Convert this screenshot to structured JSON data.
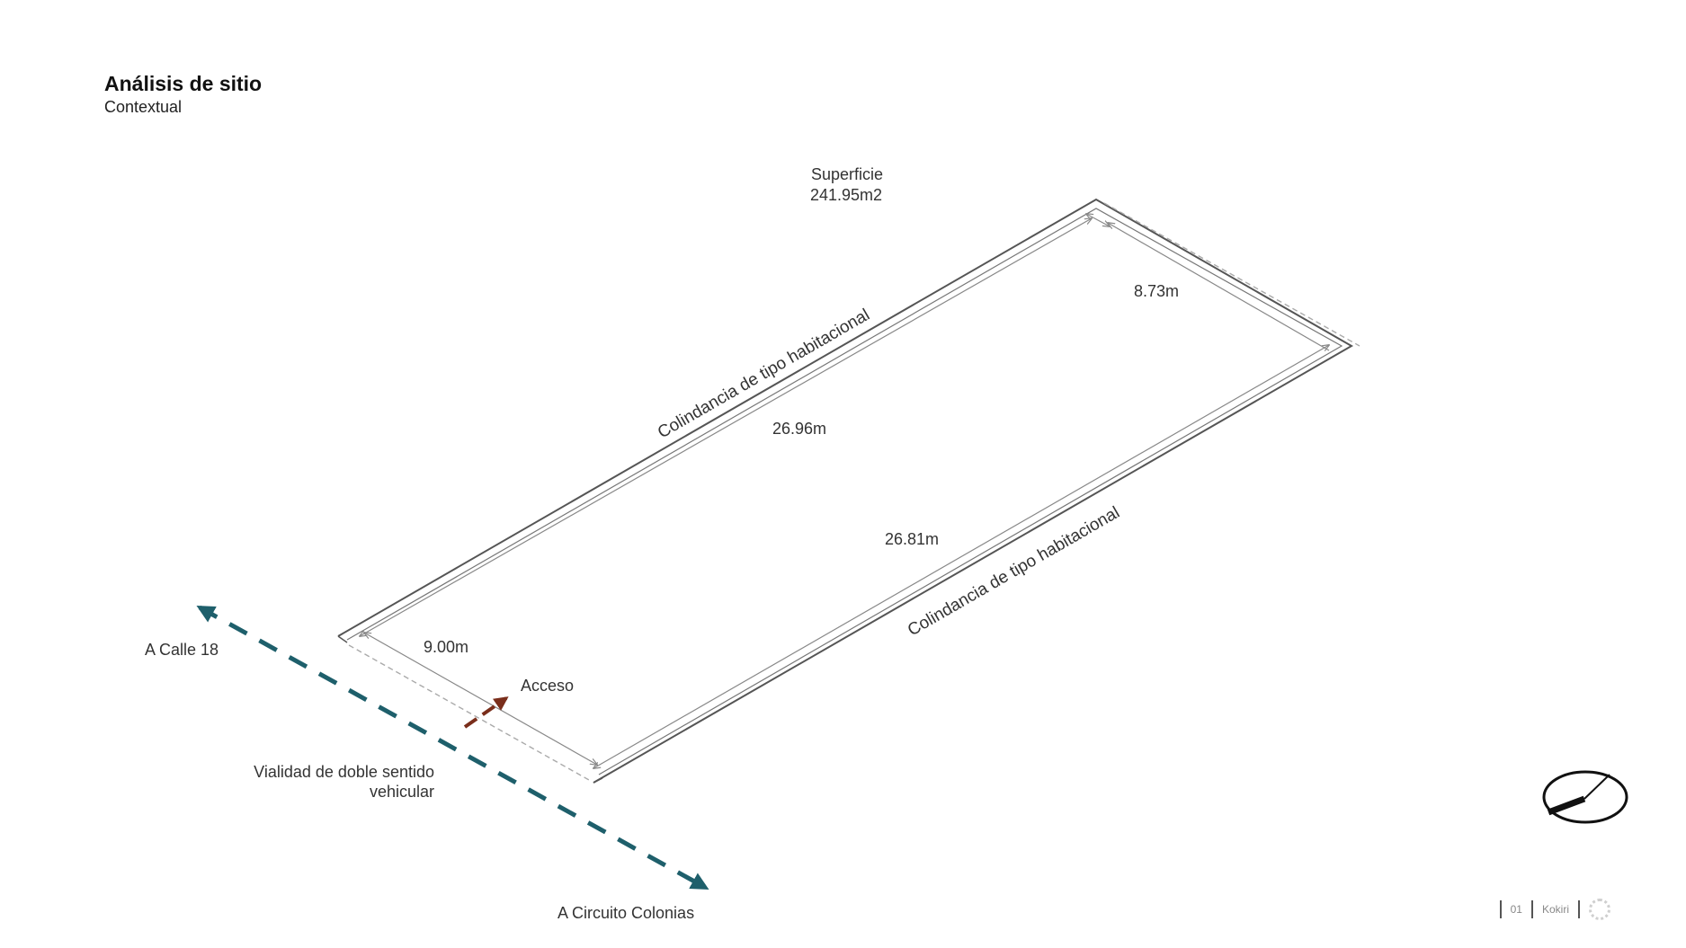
{
  "header": {
    "title": "Análisis de sitio",
    "subtitle": "Contextual"
  },
  "site": {
    "area_label": "Superficie",
    "area_value": "241.95m2",
    "dim_top": "8.73m",
    "dim_long_upper": "26.96m",
    "dim_long_lower": "26.81m",
    "dim_front": "9.00m",
    "neighbor_upper": "Colindancia de tipo habitacional",
    "neighbor_lower": "Colindancia de tipo habitacional",
    "access": "Acceso"
  },
  "street": {
    "name_line1": "Vialidad de doble sentido",
    "name_line2": "vehicular",
    "to_north": "A Calle 18",
    "to_south": "A Circuito Colonias"
  },
  "footer": {
    "page": "01",
    "brand": "Kokiri"
  },
  "colors": {
    "street": "#1e5f6b",
    "access": "#7a2e1b",
    "outline": "#555555",
    "dims": "#888888"
  }
}
